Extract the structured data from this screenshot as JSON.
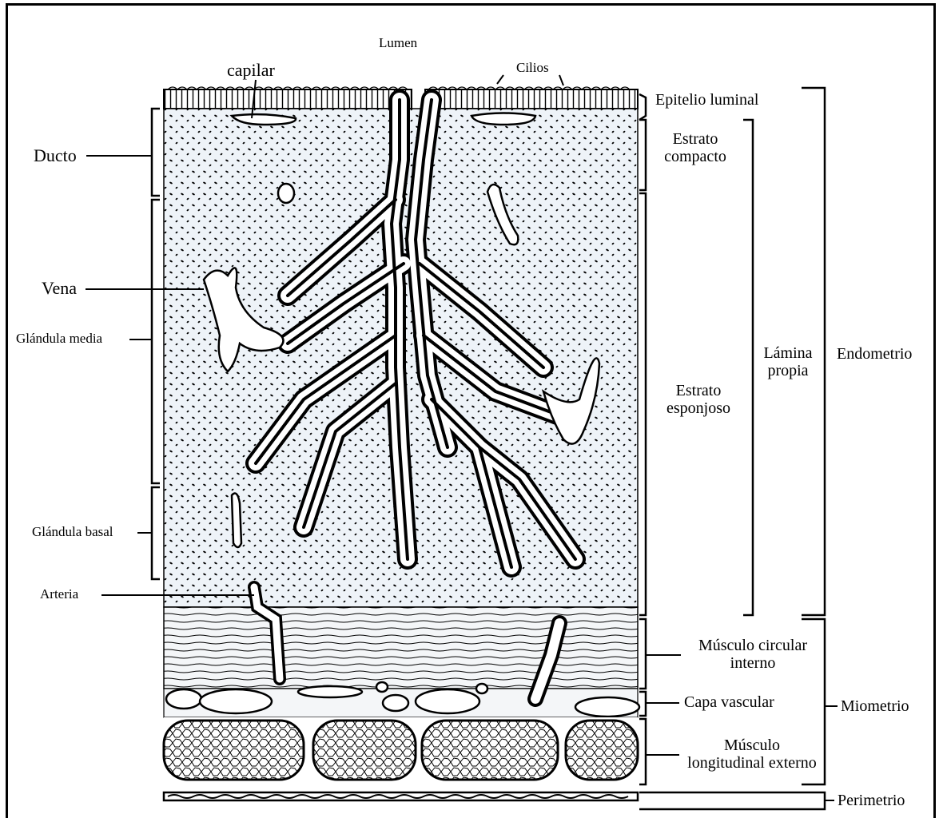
{
  "colors": {
    "ink": "#000000",
    "tissue": "#eef3f8",
    "paper": "#ffffff"
  },
  "labels": {
    "lumen": "Lumen",
    "capilar": "capilar",
    "cilios": "Cilios",
    "ducto": "Ducto",
    "vena": "Vena",
    "glandula_media": "Glándula media",
    "glandula_basal": "Glándula basal",
    "arteria": "Arteria",
    "epitelio_luminal": "Epitelio luminal",
    "estrato_compacto_1": "Estrato",
    "estrato_compacto_2": "compacto",
    "estrato_esponjoso_1": "Estrato",
    "estrato_esponjoso_2": "esponjoso",
    "lamina_propia_1": "Lámina",
    "lamina_propia_2": "propia",
    "endometrio": "Endometrio",
    "musculo_circular_1": "Músculo circular",
    "musculo_circular_2": "interno",
    "capa_vascular": "Capa vascular",
    "musculo_longitudinal_1": "Músculo",
    "musculo_longitudinal_2": "longitudinal externo",
    "miometrio": "Miometrio",
    "perimetrio": "Perimetrio"
  }
}
